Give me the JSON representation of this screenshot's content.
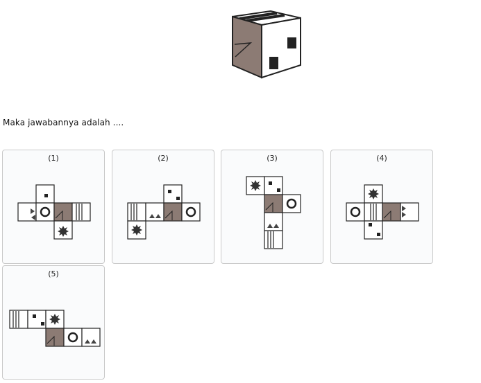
{
  "question": {
    "prompt": "Maka jawabannya adalah ...."
  },
  "colors": {
    "shaded_face": "#8c7b74",
    "ink": "#111111",
    "card_border": "#c9c9c9",
    "card_bg": "#fafbfc"
  },
  "options": [
    {
      "label": "(1)"
    },
    {
      "label": "(2)"
    },
    {
      "label": "(3)"
    },
    {
      "label": "(4)"
    },
    {
      "label": "(5)"
    }
  ]
}
